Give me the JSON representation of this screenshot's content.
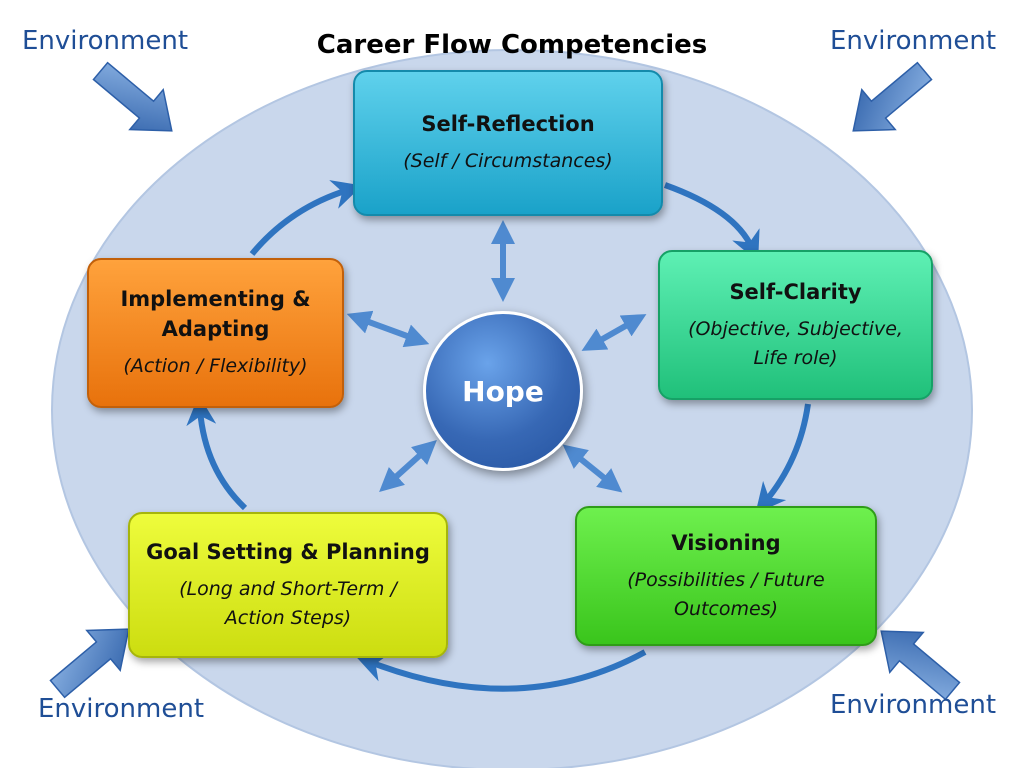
{
  "title": "Career Flow Competencies",
  "environment_label": "Environment",
  "center": "Hope",
  "competencies": [
    {
      "title": "Self-Reflection",
      "subtitle": "(Self /  Circumstances)"
    },
    {
      "title": "Self-Clarity",
      "subtitle": "(Objective, Subjective, Life role)"
    },
    {
      "title": "Visioning",
      "subtitle": "(Possibilities / Future Outcomes)"
    },
    {
      "title": "Goal Setting & Planning",
      "subtitle": "(Long  and Short-Term / Action Steps)"
    },
    {
      "title": "Implementing & Adapting",
      "subtitle": "(Action / Flexibility)"
    }
  ],
  "colors": {
    "ellipse_fill": "#c9d7ec",
    "flow_arrow": "#2f74c0",
    "environment_arrow": "#4a7fc4",
    "environment_text": "#1f4e96"
  }
}
